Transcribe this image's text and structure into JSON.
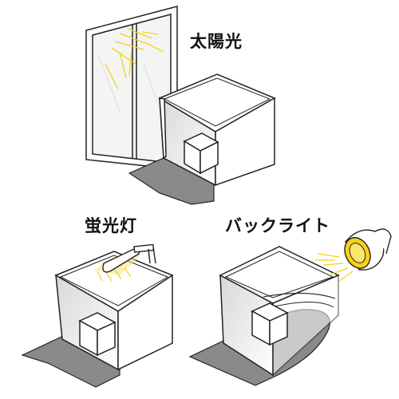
{
  "labels": {
    "sunlight": "太陽光",
    "fluorescent": "蛍光灯",
    "backlight": "バックライト"
  },
  "colors": {
    "floor_sheet": "#8a8a8a",
    "light_ray": "#f2d21a",
    "bulb_glow": "#f7d11a",
    "outline": "#222222",
    "window_glass": "#f4f4f4"
  }
}
